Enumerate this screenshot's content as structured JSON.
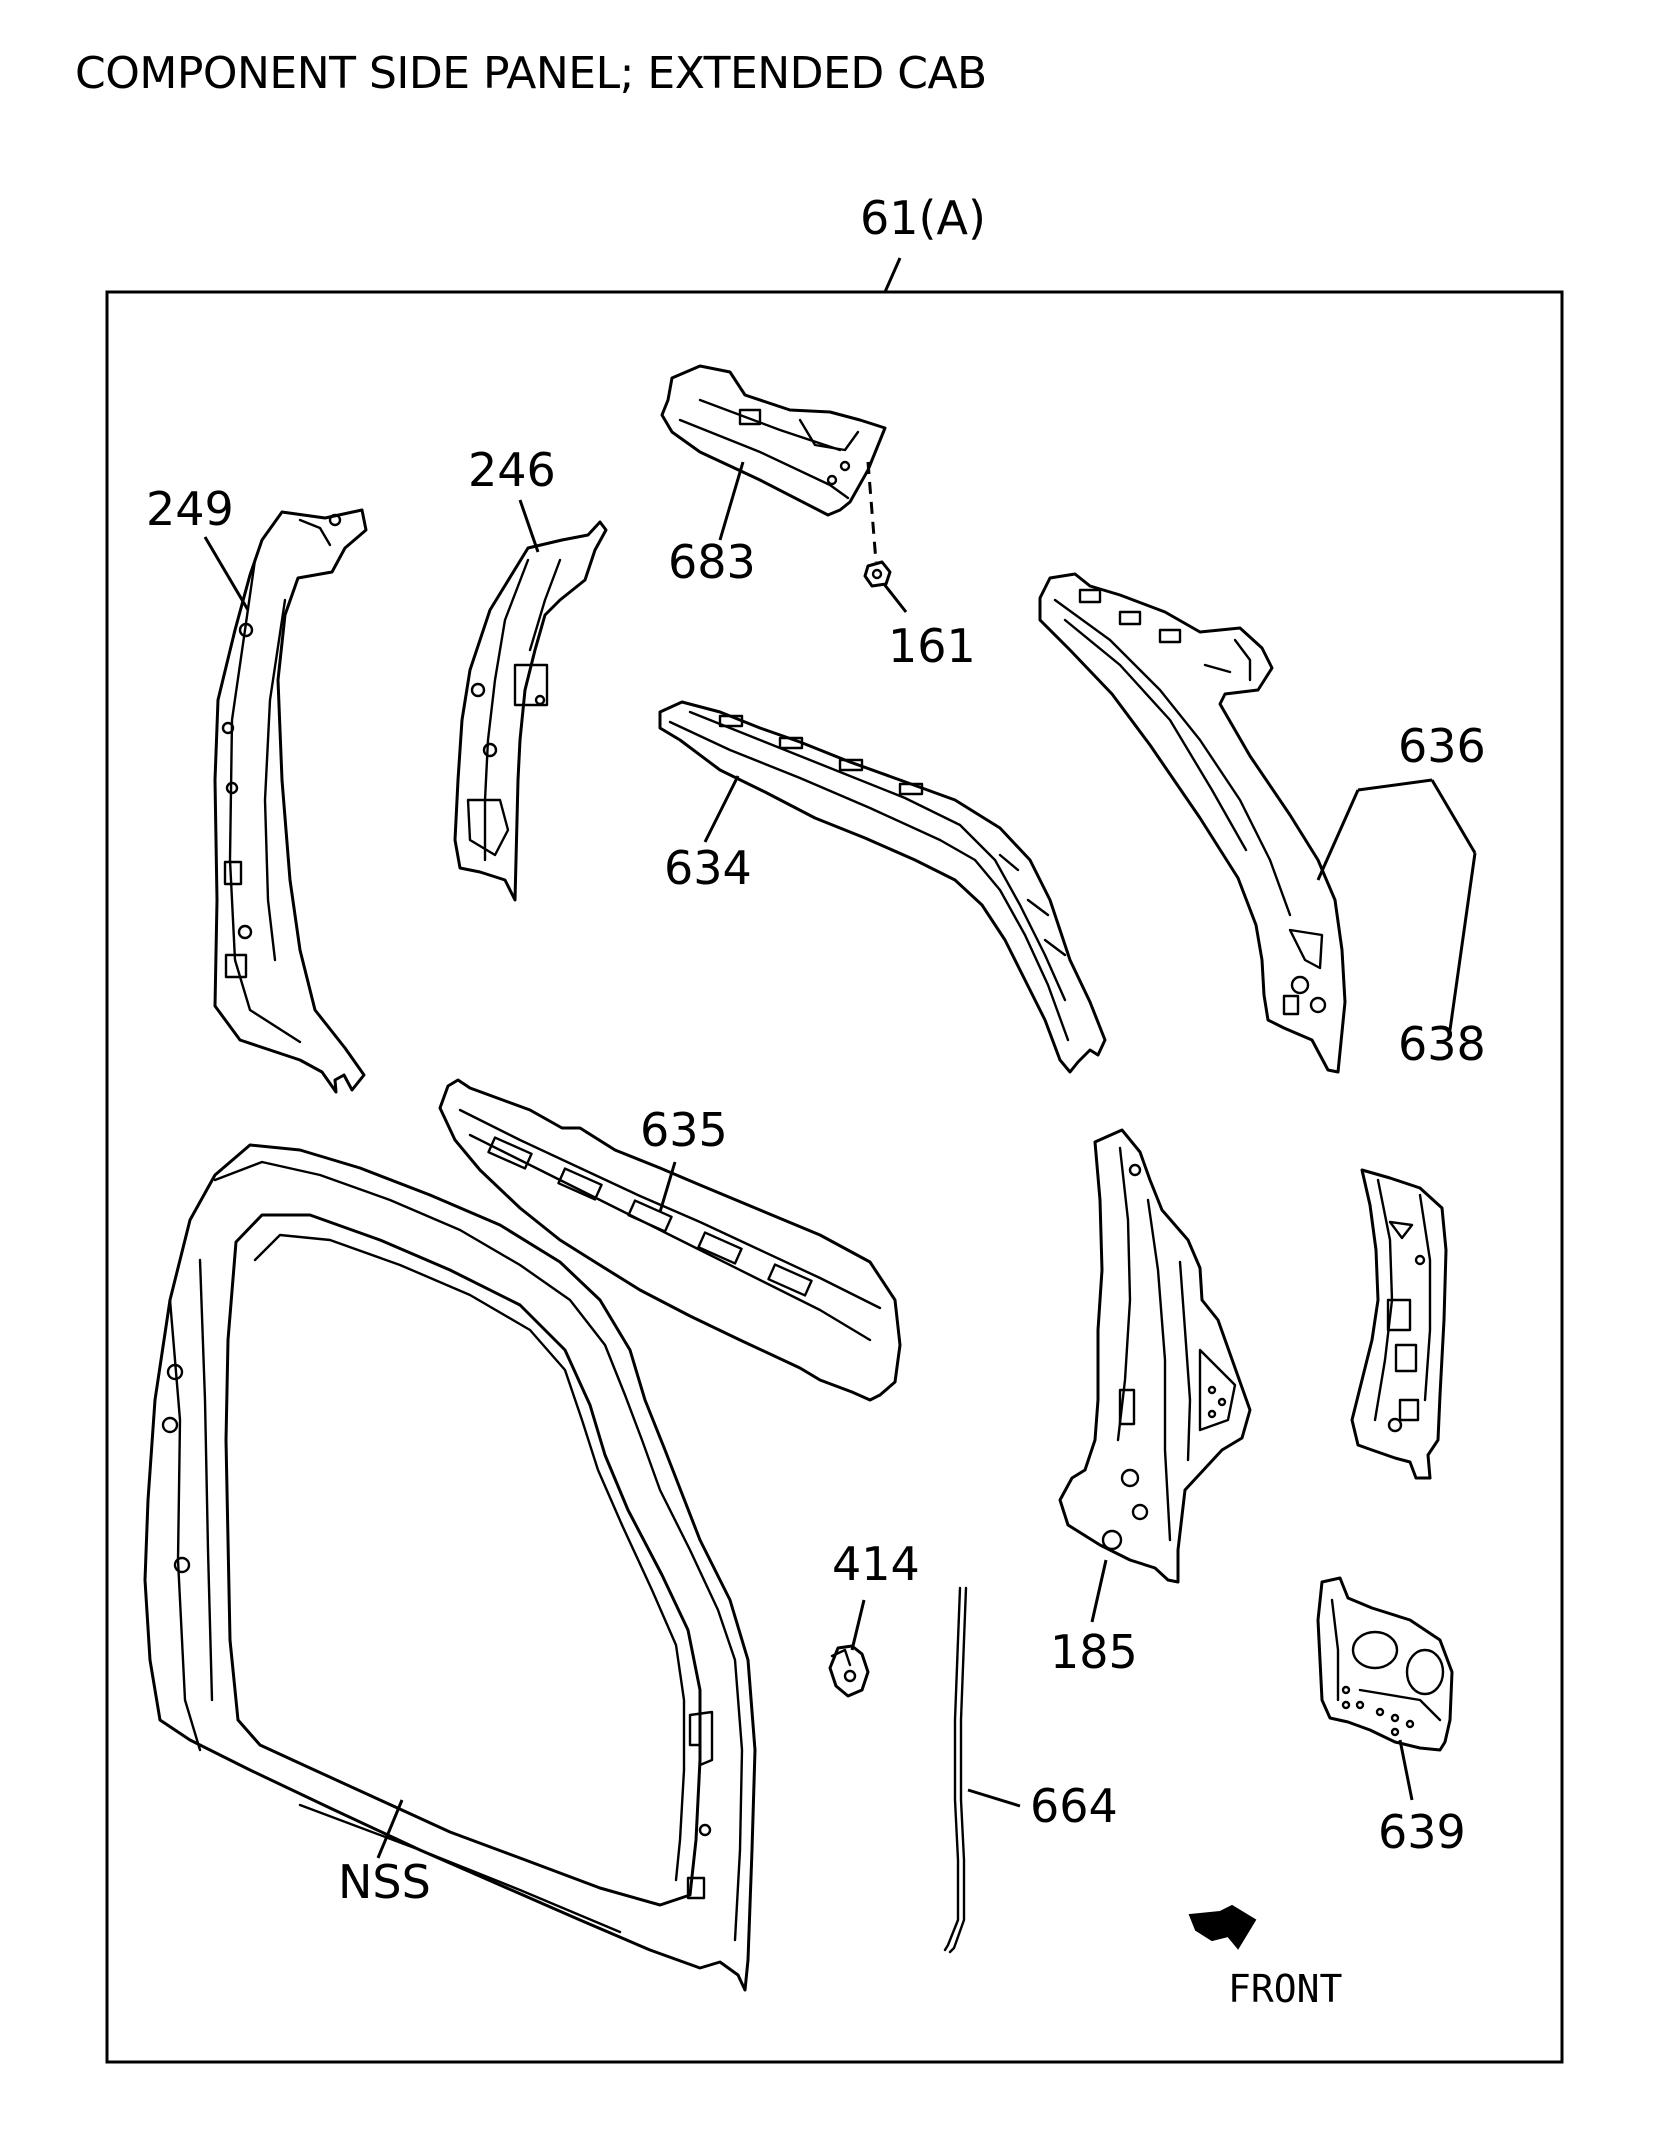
{
  "title": "COMPONENT SIDE PANEL; EXTENDED CAB",
  "group_label": "61(A)",
  "callouts": {
    "p249": "249",
    "p246": "246",
    "p683": "683",
    "p161": "161",
    "p636": "636",
    "p634": "634",
    "p638": "638",
    "p635": "635",
    "p185": "185",
    "p414": "414",
    "p664": "664",
    "p639": "639",
    "nss": "NSS"
  },
  "direction_label": "FRONT"
}
